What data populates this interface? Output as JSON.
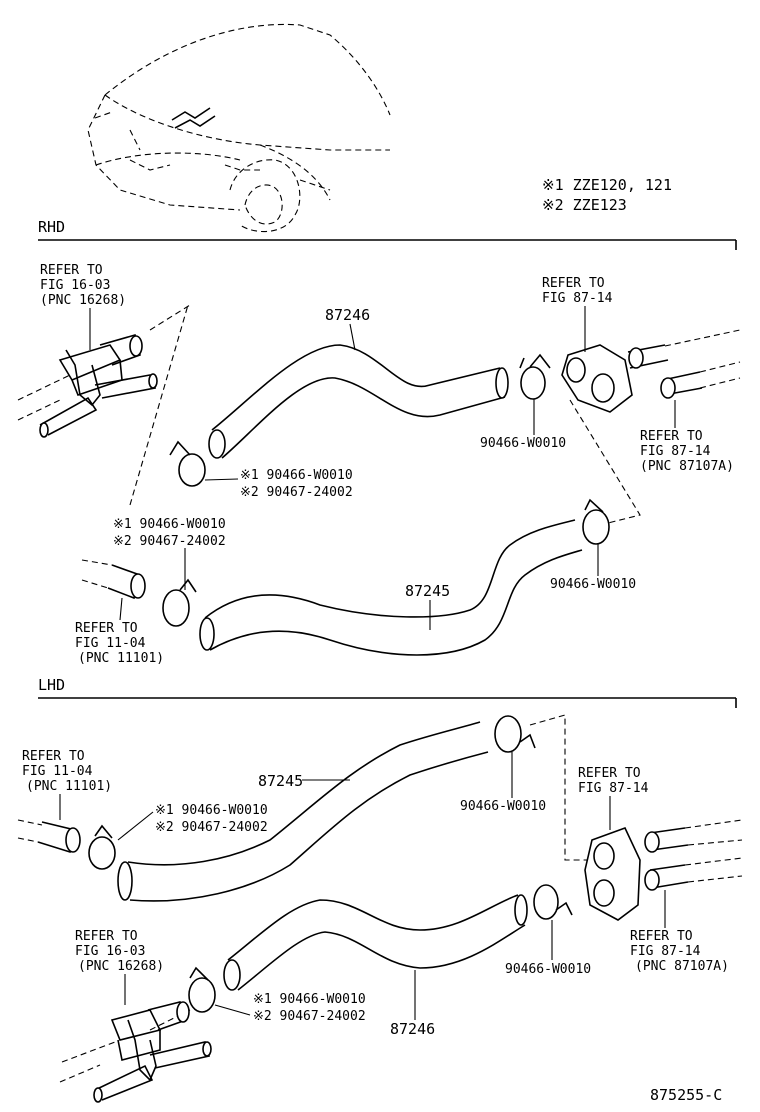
{
  "legend": {
    "note1": "※1 ZZE120, 121",
    "note2": "※2 ZZE123"
  },
  "sections": {
    "rhd": "RHD",
    "lhd": "LHD"
  },
  "rhd": {
    "ref_fig16": [
      "REFER TO",
      "FIG 16-03",
      "(PNC 16268)"
    ],
    "ref_fig87_top": [
      "REFER TO",
      "FIG 87-14"
    ],
    "ref_fig87_side": [
      "REFER TO",
      "FIG 87-14",
      "(PNC 87107A)"
    ],
    "ref_fig11": [
      "REFER TO",
      "FIG 11-04",
      "(PNC 11101)"
    ],
    "hose_upper": "87246",
    "hose_lower": "87245",
    "clamp_right_upper": "90466-W0010",
    "clamp_right_lower": "90466-W0010",
    "clamp_left_upper": [
      "※1 90466-W0010",
      "※2 90467-24002"
    ],
    "clamp_left_lower": [
      "※1 90466-W0010",
      "※2 90467-24002"
    ]
  },
  "lhd": {
    "ref_fig11": [
      "REFER TO",
      "FIG 11-04",
      "(PNC 11101)"
    ],
    "ref_fig87_top": [
      "REFER TO",
      "FIG 87-14"
    ],
    "ref_fig87_side": [
      "REFER TO",
      "FIG 87-14",
      "(PNC 87107A)"
    ],
    "ref_fig16": [
      "REFER TO",
      "FIG 16-03",
      "(PNC 16268)"
    ],
    "hose_upper": "87245",
    "hose_lower": "87246",
    "clamp_right_upper": "90466-W0010",
    "clamp_right_lower": "90466-W0010",
    "clamp_left_upper": [
      "※1 90466-W0010",
      "※2 90467-24002"
    ],
    "clamp_left_lower": [
      "※1 90466-W0010",
      "※2 90467-24002"
    ]
  },
  "figure_number": "875255-C"
}
